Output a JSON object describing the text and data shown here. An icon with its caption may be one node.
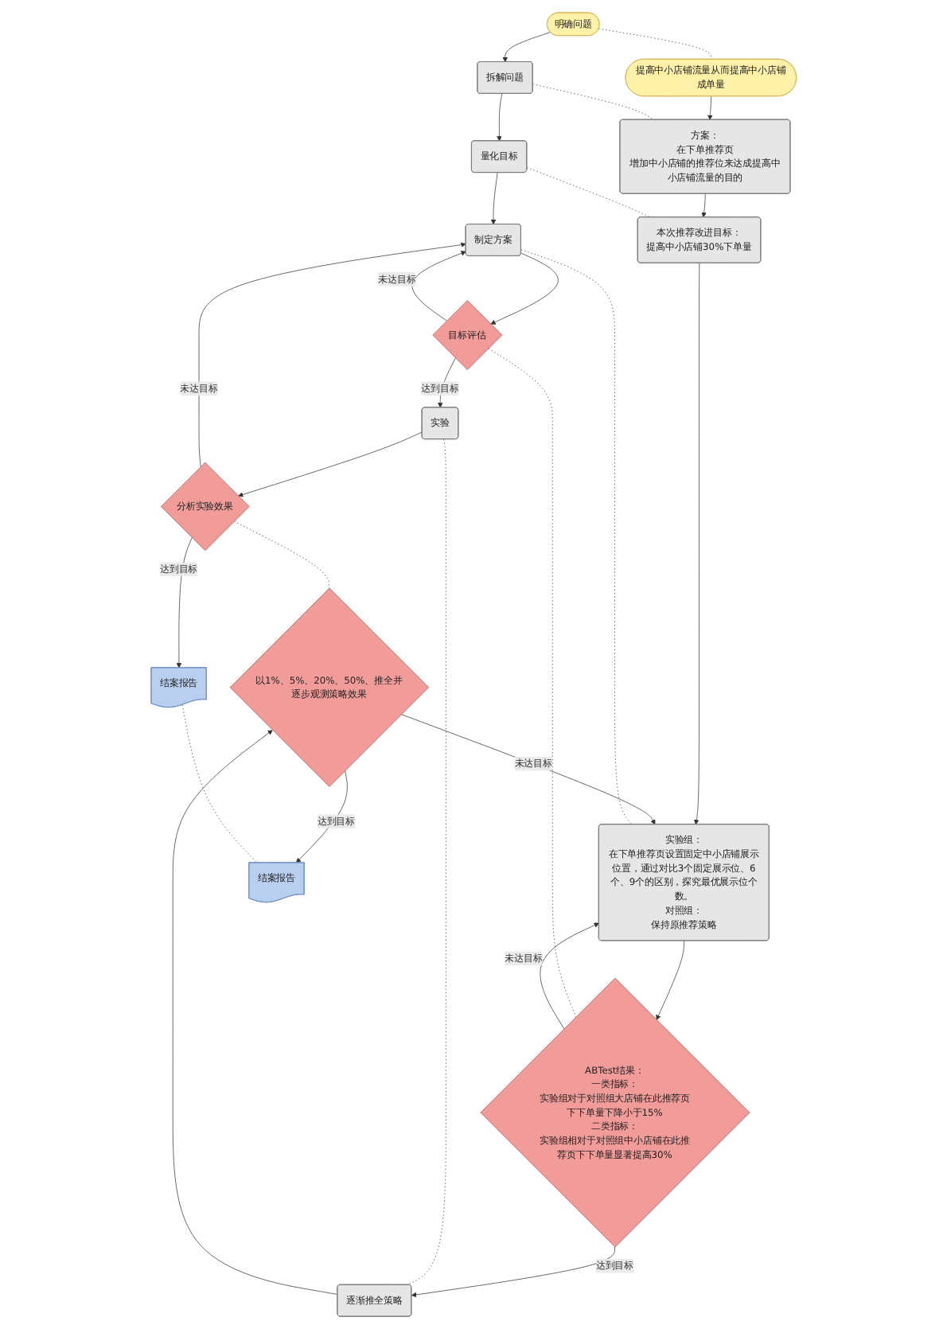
{
  "diagram": {
    "nodes": [
      {
        "text": [
          "明确问题"
        ]
      },
      {
        "text": [
          "提高中小店铺流量从而提高中小店铺成单量"
        ]
      },
      {
        "text": [
          "拆解问题"
        ]
      },
      {
        "text": [
          "方案：",
          "在下单推荐页",
          "增加中小店铺的推荐位来达成提高中小店铺流量的目的"
        ]
      },
      {
        "text": [
          "量化目标"
        ]
      },
      {
        "text": [
          "本次推荐改进目标：",
          "提高中小店铺30%下单量"
        ]
      },
      {
        "text": [
          "制定方案"
        ]
      },
      {
        "text": [
          "实验组：",
          "在下单推荐页设置固定中小店铺展示位置，通过对比3个固定展示位、6个、9个的区别，探究最优展示位个数。",
          "对照组：",
          "保持原推荐策略"
        ]
      },
      {
        "text": [
          "目标评估"
        ]
      },
      {
        "text": [
          "ABTest结果：",
          "一类指标：",
          "实验组对于对照组大店铺在此推荐页下下单量下降小于15%",
          "二类指标：",
          "实验组相对于对照组中小店铺在此推荐页下下单量显著提高30%"
        ]
      },
      {
        "text": [
          "实验"
        ]
      },
      {
        "text": [
          "逐渐推全策略"
        ]
      },
      {
        "text": [
          "分析实验效果"
        ]
      },
      {
        "text": [
          "以1%、5%、20%、50%、推全并逐步观测策略效果"
        ]
      },
      {
        "text": [
          "结案报告"
        ]
      },
      {
        "text": [
          "结案报告"
        ]
      }
    ],
    "edges": [
      {
        "from": 0,
        "to": 2,
        "arrow": "to"
      },
      {
        "from": 2,
        "to": 4,
        "arrow": "to"
      },
      {
        "from": 4,
        "to": 6,
        "arrow": "to"
      },
      {
        "from": 6,
        "to": 8,
        "arrow": "to"
      },
      {
        "from": 8,
        "to": 6,
        "arrow": "to",
        "label": "未达目标"
      },
      {
        "from": 8,
        "to": 10,
        "arrow": "to",
        "label": "达到目标"
      },
      {
        "from": 10,
        "to": 12,
        "arrow": "to"
      },
      {
        "from": 12,
        "to": 6,
        "arrow": "to",
        "label": "未达目标"
      },
      {
        "from": 12,
        "to": 14,
        "arrow": "to",
        "label": "达到目标"
      },
      {
        "from": 1,
        "to": 3,
        "arrow": "to"
      },
      {
        "from": 3,
        "to": 5,
        "arrow": "to"
      },
      {
        "from": 5,
        "to": 7,
        "arrow": "to"
      },
      {
        "from": 7,
        "to": 9,
        "arrow": "to"
      },
      {
        "from": 9,
        "to": 7,
        "arrow": "to",
        "label": "未达目标"
      },
      {
        "from": 9,
        "to": 11,
        "arrow": "to",
        "label": "达到目标"
      },
      {
        "from": 11,
        "to": 13,
        "arrow": "to"
      },
      {
        "from": 13,
        "to": 7,
        "arrow": "to",
        "label": "未达目标"
      },
      {
        "from": 13,
        "to": 15,
        "arrow": "to",
        "label": "达到目标"
      },
      {
        "from": 0,
        "to": 1,
        "arrow": "none",
        "style": "dashed"
      },
      {
        "from": 2,
        "to": 3,
        "arrow": "none",
        "style": "dashed"
      },
      {
        "from": 4,
        "to": 5,
        "arrow": "none",
        "style": "dashed"
      },
      {
        "from": 6,
        "to": 7,
        "arrow": "none",
        "style": "dashed"
      },
      {
        "from": 8,
        "to": 9,
        "arrow": "none",
        "style": "dashed"
      },
      {
        "from": 10,
        "to": 11,
        "arrow": "none",
        "style": "dashed"
      },
      {
        "from": 12,
        "to": 13,
        "arrow": "none",
        "style": "dashed"
      },
      {
        "from": 14,
        "to": 15,
        "arrow": "none",
        "style": "dashed"
      }
    ]
  }
}
